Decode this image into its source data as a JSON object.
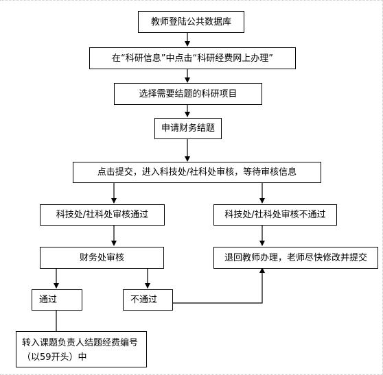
{
  "flowchart": {
    "nodes": {
      "login": "教师登陆公共数据库",
      "navigate": "在“科研信息”中点击“科研经费网上办理”",
      "select_project": "选择需要结题的科研项目",
      "apply_closure": "申请财务结题",
      "submit": "点击提交，进入科技处/社科处审核，等待审核信息",
      "dept_approved": "科技处/社科处审核通过",
      "dept_rejected": "科技处/社科处审核不通过",
      "finance_review": "财务处审核",
      "return_to_teacher": "退回教师办理，老师尽快修改并提交",
      "finance_pass": "通过",
      "finance_fail": "不通过",
      "transfer": "转入课题负责人结题经费编号（以59开头）中"
    },
    "edges": [
      [
        "login",
        "navigate"
      ],
      [
        "navigate",
        "select_project"
      ],
      [
        "select_project",
        "apply_closure"
      ],
      [
        "apply_closure",
        "submit"
      ],
      [
        "submit",
        "dept_approved"
      ],
      [
        "submit",
        "dept_rejected"
      ],
      [
        "dept_approved",
        "finance_review"
      ],
      [
        "dept_rejected",
        "return_to_teacher"
      ],
      [
        "finance_review",
        "finance_pass"
      ],
      [
        "finance_review",
        "finance_fail"
      ],
      [
        "finance_fail",
        "return_to_teacher"
      ],
      [
        "finance_pass",
        "transfer"
      ]
    ]
  }
}
